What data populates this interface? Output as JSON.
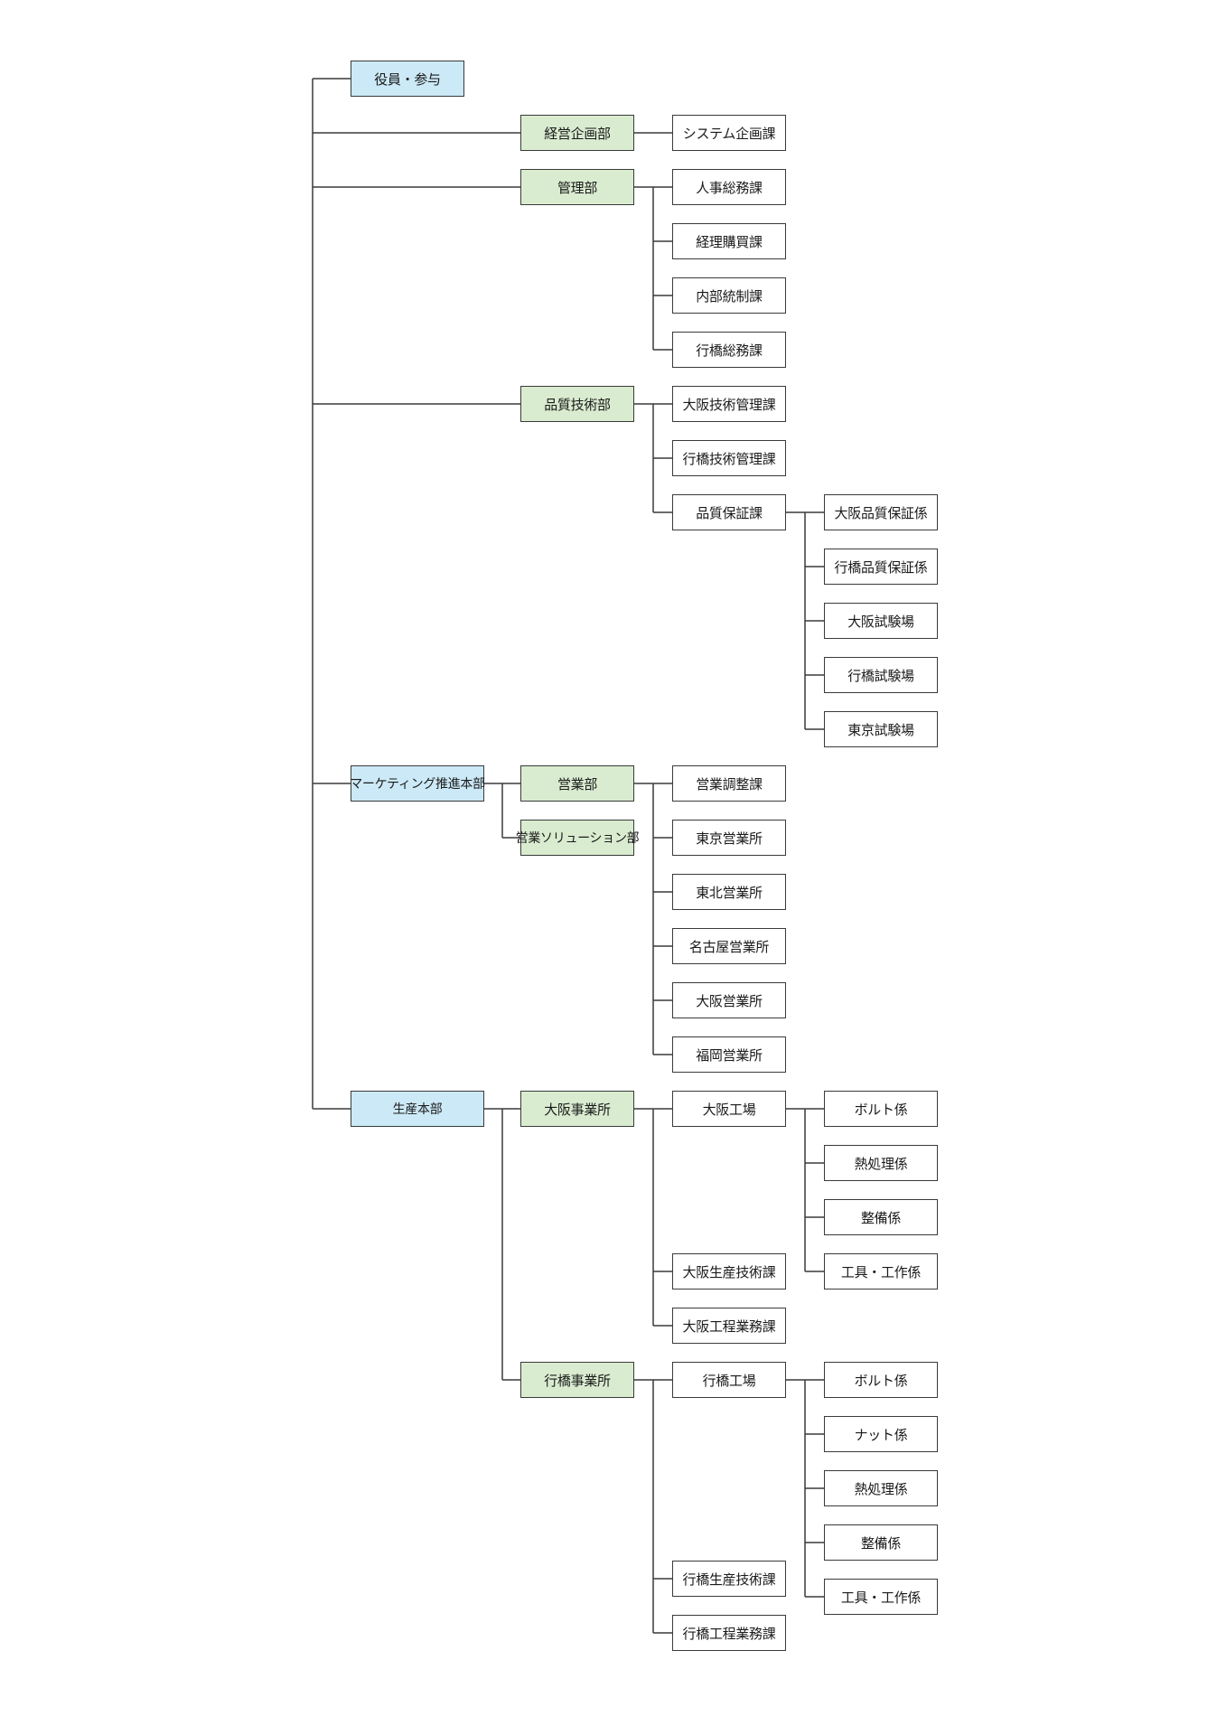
{
  "colors": {
    "line": "#3a3a3a",
    "blue": "#cce9f7",
    "green": "#d9ecd0",
    "white": "#ffffff"
  },
  "nodes": {
    "yakuin": "役員・参与",
    "keiei_kikaku": "経営企画部",
    "system_kikaku": "システム企画課",
    "kanri": "管理部",
    "jinji_soumu": "人事総務課",
    "keiri_kobai": "経理購買課",
    "naibu_tousei": "内部統制課",
    "gyokyo_soumu": "行橋総務課",
    "hinshitsu_gijutsu": "品質技術部",
    "osaka_gijutsu_kanri": "大阪技術管理課",
    "gyokyo_gijutsu_kanri": "行橋技術管理課",
    "hinshitsu_hosho": "品質保証課",
    "osaka_hinshitsu_hosho": "大阪品質保証係",
    "gyokyo_hinshitsu_hosho": "行橋品質保証係",
    "osaka_shikenjo": "大阪試験場",
    "gyokyo_shikenjo": "行橋試験場",
    "tokyo_shikenjo": "東京試験場",
    "marketing": "マーケティング推進本部",
    "eigyo": "営業部",
    "eigyo_solution": "営業ソリューション部",
    "eigyo_chosei": "営業調整課",
    "tokyo_eigyo": "東京営業所",
    "tohoku_eigyo": "東北営業所",
    "nagoya_eigyo": "名古屋営業所",
    "osaka_eigyo": "大阪営業所",
    "fukuoka_eigyo": "福岡営業所",
    "seisan": "生産本部",
    "osaka_jigyosho": "大阪事業所",
    "osaka_kojo": "大阪工場",
    "osaka_bolt": "ボルト係",
    "osaka_netsushori": "熱処理係",
    "osaka_seibi": "整備係",
    "osaka_kogu": "工具・工作係",
    "osaka_seisan_gijutsu": "大阪生産技術課",
    "osaka_kotei_gyomu": "大阪工程業務課",
    "gyokyo_jigyosho": "行橋事業所",
    "gyokyo_kojo": "行橋工場",
    "gyokyo_bolt": "ボルト係",
    "gyokyo_nut": "ナット係",
    "gyokyo_netsushori": "熱処理係",
    "gyokyo_seibi": "整備係",
    "gyokyo_kogu": "工具・工作係",
    "gyokyo_seisan_gijutsu": "行橋生産技術課",
    "gyokyo_kotei_gyomu": "行橋工程業務課"
  }
}
